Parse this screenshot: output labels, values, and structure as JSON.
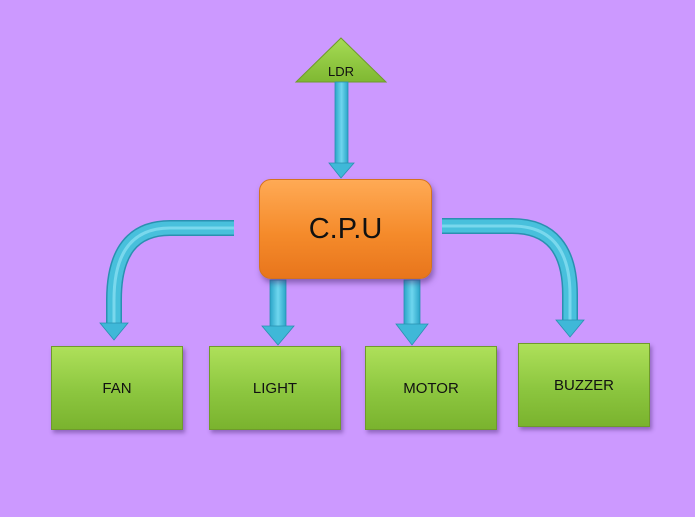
{
  "diagram": {
    "source": {
      "label": "LDR",
      "shape": "triangle",
      "color": "#8cc63f"
    },
    "processor": {
      "label": "C.P.U",
      "shape": "rounded-rectangle",
      "color": "#f58b2b"
    },
    "outputs": [
      {
        "label": "FAN"
      },
      {
        "label": "LIGHT"
      },
      {
        "label": "MOTOR"
      },
      {
        "label": "BUZZER"
      }
    ],
    "connections": [
      {
        "from": "LDR",
        "to": "C.P.U"
      },
      {
        "from": "C.P.U",
        "to": "FAN"
      },
      {
        "from": "C.P.U",
        "to": "LIGHT"
      },
      {
        "from": "C.P.U",
        "to": "MOTOR"
      },
      {
        "from": "C.P.U",
        "to": "BUZZER"
      }
    ],
    "colors": {
      "background": "#cc99ff",
      "arrow": "#3fb8d8",
      "output_box": "#8cc63f"
    }
  }
}
